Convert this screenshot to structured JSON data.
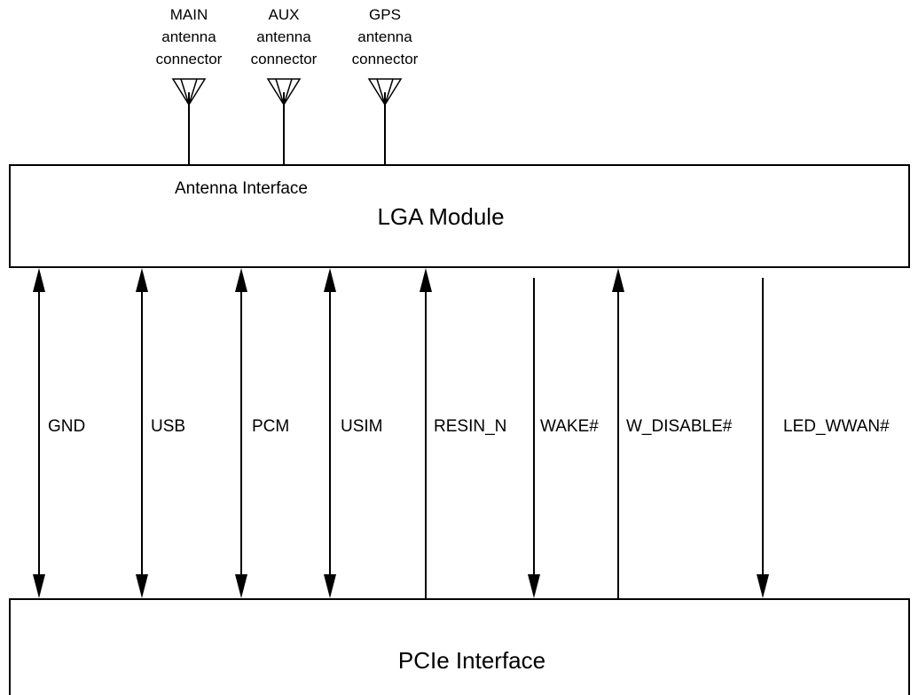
{
  "lga_module": {
    "title": "LGA Module",
    "antenna_interface_label": "Antenna Interface"
  },
  "pcie_interface": {
    "title": "PCIe Interface"
  },
  "antennas": [
    {
      "id": "main",
      "lines": [
        "MAIN",
        "antenna",
        "connector"
      ]
    },
    {
      "id": "aux",
      "lines": [
        "AUX",
        "antenna",
        "connector"
      ]
    },
    {
      "id": "gps",
      "lines": [
        "GPS",
        "antenna",
        "connector"
      ]
    }
  ],
  "signals": [
    {
      "id": "gnd",
      "label": "GND",
      "direction": "bidirectional"
    },
    {
      "id": "usb",
      "label": "USB",
      "direction": "bidirectional"
    },
    {
      "id": "pcm",
      "label": "PCM",
      "direction": "bidirectional"
    },
    {
      "id": "usim",
      "label": "USIM",
      "direction": "bidirectional"
    },
    {
      "id": "resin-n",
      "label": "RESIN_N",
      "direction": "to-module"
    },
    {
      "id": "wake",
      "label": "WAKE#",
      "direction": "to-pcie"
    },
    {
      "id": "w-disable",
      "label": "W_DISABLE#",
      "direction": "to-module"
    },
    {
      "id": "led-wwan",
      "label": "LED_WWAN#",
      "direction": "to-pcie"
    }
  ]
}
